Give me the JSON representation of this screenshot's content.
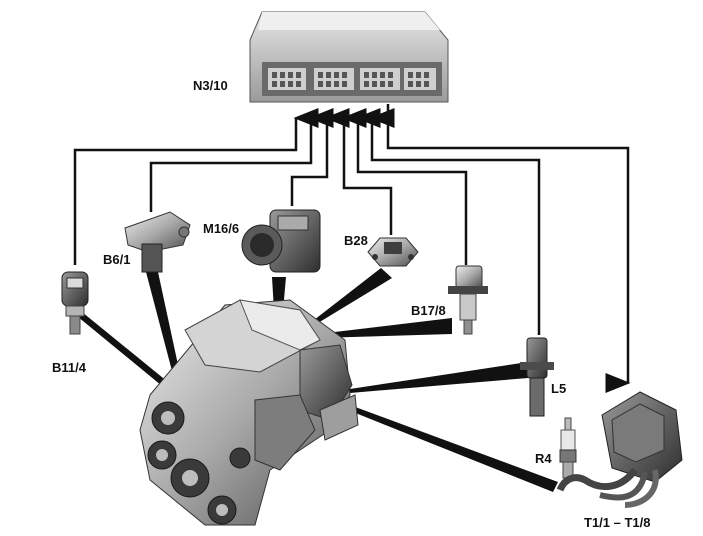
{
  "labels": {
    "ecu": "N3/10",
    "b11_4": "B11/4",
    "b6_1": "B6/1",
    "m16_6": "M16/6",
    "b28": "B28",
    "b17_8": "B17/8",
    "l5": "L5",
    "r4": "R4",
    "t1": "T1/1 – T1/8"
  },
  "colors": {
    "line": "#111111",
    "metal_light": "#d9d9d9",
    "metal_mid": "#a8a8a8",
    "metal_dark": "#5a5a5a",
    "background": "#ffffff"
  }
}
